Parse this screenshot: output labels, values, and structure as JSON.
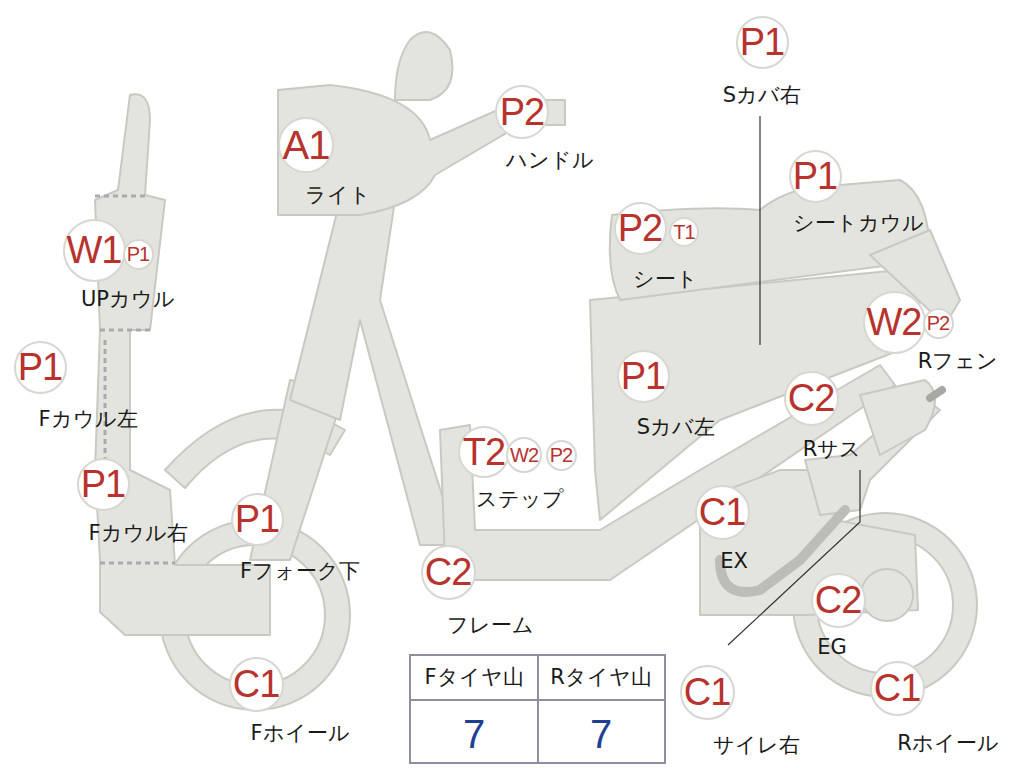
{
  "diagram": {
    "nodes": [
      {
        "text": [
          "P1"
        ]
      },
      {
        "text": [
          "A1"
        ]
      },
      {
        "text": [
          "P2"
        ]
      },
      {
        "text": [
          "P1"
        ]
      },
      {
        "text": [
          "P2"
        ]
      },
      {
        "text": [
          "T1"
        ]
      },
      {
        "text": [
          "W1"
        ]
      },
      {
        "text": [
          "P1"
        ]
      },
      {
        "text": [
          "W2"
        ]
      },
      {
        "text": [
          "P2"
        ]
      },
      {
        "text": [
          "P1"
        ]
      },
      {
        "text": [
          "P1"
        ]
      },
      {
        "text": [
          "C2"
        ]
      },
      {
        "text": [
          "T2"
        ]
      },
      {
        "text": [
          "W2"
        ]
      },
      {
        "text": [
          "P2"
        ]
      },
      {
        "text": [
          "P1"
        ]
      },
      {
        "text": [
          "C1"
        ]
      },
      {
        "text": [
          "P1"
        ]
      },
      {
        "text": [
          "C2"
        ]
      },
      {
        "text": [
          "C2"
        ]
      },
      {
        "text": [
          "C1"
        ]
      },
      {
        "text": [
          "C1"
        ]
      },
      {
        "text": [
          "C1"
        ]
      }
    ],
    "labels": [
      "Sカバ右",
      "ライト",
      "ハンドル",
      "シートカウル",
      "シート",
      "UPカウル",
      "Rフェン",
      "Fカウル左",
      "Sカバ左",
      "Rサス",
      "ステップ",
      "Fカウル右",
      "EX",
      "Fフォーク下",
      "フレーム",
      "EG",
      "Fホイール",
      "サイレ右",
      "Rホイール",
      "Fタイヤ山",
      "Rタイヤ山",
      "7",
      "7"
    ]
  }
}
